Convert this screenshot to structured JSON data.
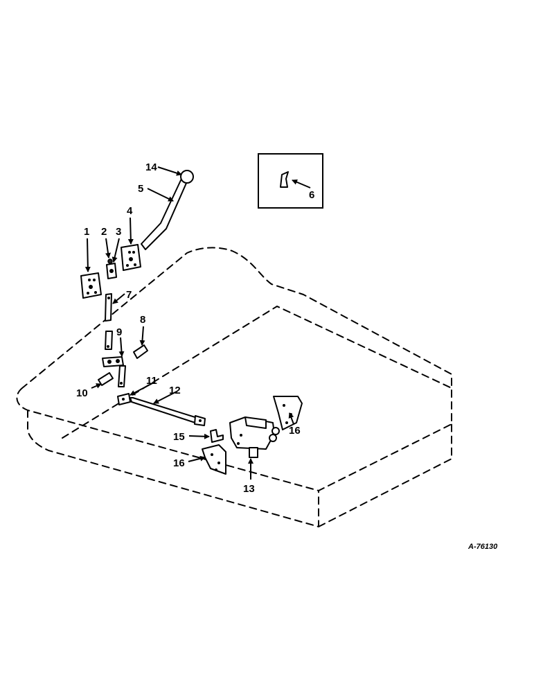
{
  "callouts": {
    "c1": "1",
    "c2": "2",
    "c3": "3",
    "c4": "4",
    "c5": "5",
    "c6": "6",
    "c7": "7",
    "c8": "8",
    "c9": "9",
    "c10": "10",
    "c11": "11",
    "c12": "12",
    "c13": "13",
    "c14": "14",
    "c15": "15",
    "c16a": "16",
    "c16b": "16"
  },
  "drawing_number": "A-76130"
}
